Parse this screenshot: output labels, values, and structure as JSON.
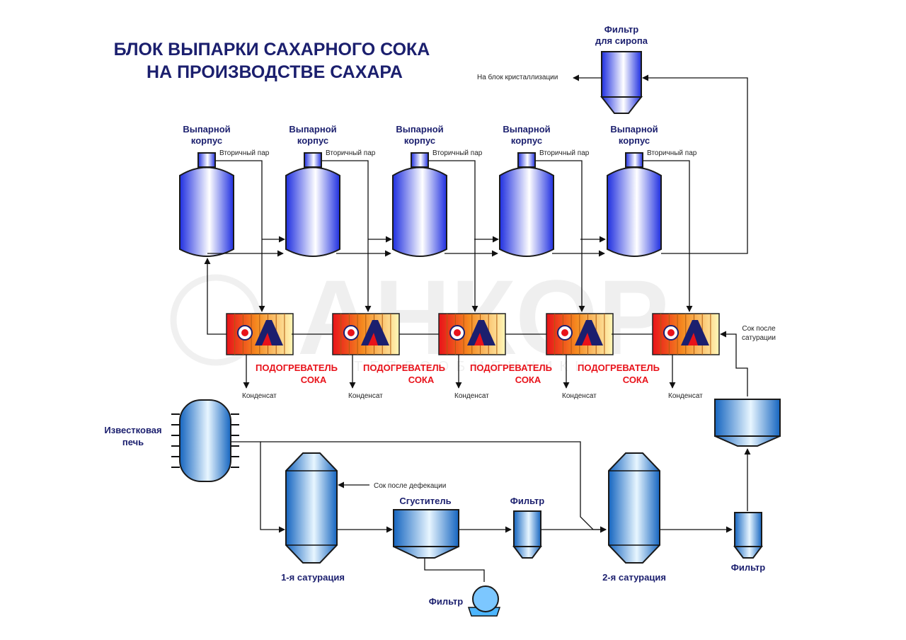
{
  "title": {
    "line1": "БЛОК ВЫПАРКИ САХАРНОГО СОКА",
    "line2": "НА ПРОИЗВОДСТВЕ САХАРА"
  },
  "watermark": {
    "text": "АНКОР",
    "subtext": "ТЕПЛООБМЕННИКИ"
  },
  "syrup_filter": {
    "label_line1": "Фильтр",
    "label_line2": "для сиропа",
    "outlet": "На блок кристаллизации"
  },
  "evaporators": [
    {
      "name_line1": "Выпарной",
      "name_line2": "корпус",
      "vapor": "Вторичный пар"
    },
    {
      "name_line1": "Выпарной",
      "name_line2": "корпус",
      "vapor": "Вторичный пар"
    },
    {
      "name_line1": "Выпарной",
      "name_line2": "корпус",
      "vapor": "Вторичный пар"
    },
    {
      "name_line1": "Выпарной",
      "name_line2": "корпус",
      "vapor": "Вторичный пар"
    },
    {
      "name_line1": "Выпарной",
      "name_line2": "корпус",
      "vapor": "Вторичный пар"
    }
  ],
  "heaters": [
    {
      "condensate": "Конденсат"
    },
    {
      "condensate": "Конденсат"
    },
    {
      "condensate": "Конденсат"
    },
    {
      "condensate": "Конденсат"
    },
    {
      "condensate": "Конденсат"
    }
  ],
  "heater_labels": [
    {
      "line1": "ПОДОГРЕВАТЕЛЬ",
      "line2": "СОКА"
    },
    {
      "line1": "ПОДОГРЕВАТЕЛЬ",
      "line2": "СОКА"
    },
    {
      "line1": "ПОДОГРЕВАТЕЛЬ",
      "line2": "СОКА"
    },
    {
      "line1": "ПОДОГРЕВАТЕЛЬ",
      "line2": "СОКА"
    }
  ],
  "juice_after_saturation": {
    "line1": "Сок после",
    "line2": "сатурации"
  },
  "lime_kiln": {
    "line1": "Известковая",
    "line2": "печь"
  },
  "juice_after_defecation": "Сок после дефекации",
  "saturation1": "1-я сатурация",
  "thickener": "Сгуститель",
  "filter_small": "Фильтр",
  "filter_bottom": "Фильтр",
  "saturation2": "2-я сатурация",
  "filter_right": "Фильтр",
  "colors": {
    "title": "#1b1f6e",
    "vessel_blue": "#1f35e6",
    "saturator_blue": "#1e78d4",
    "heater_red": "#e8121a",
    "heater_orange": "#f07820",
    "heater_yellow": "#fff6b0"
  }
}
